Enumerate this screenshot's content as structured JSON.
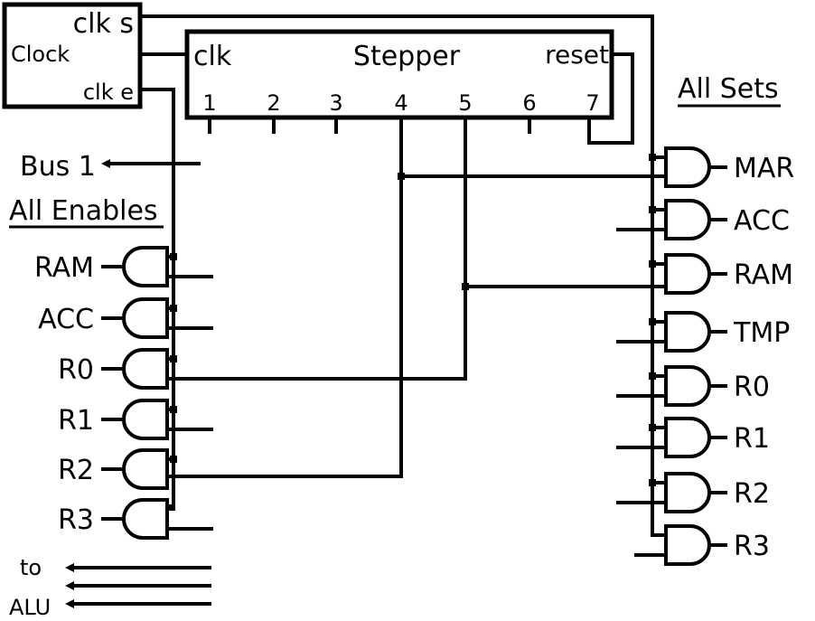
{
  "clock": {
    "title": "Clock",
    "clk_s": "clk s",
    "clk_e": "clk e"
  },
  "stepper": {
    "title": "Stepper",
    "clk": "clk",
    "reset": "reset",
    "steps": [
      "1",
      "2",
      "3",
      "4",
      "5",
      "6",
      "7"
    ]
  },
  "bus": {
    "label": "Bus 1"
  },
  "enables": {
    "heading": "All Enables",
    "items": [
      "RAM",
      "ACC",
      "R0",
      "R1",
      "R2",
      "R3"
    ]
  },
  "sets": {
    "heading": "All Sets",
    "items": [
      "MAR",
      "ACC",
      "RAM",
      "TMP",
      "R0",
      "R1",
      "R2",
      "R3"
    ]
  },
  "alu": {
    "label_line1": "to",
    "label_line2": "ALU"
  },
  "connections": [
    {
      "step": "4",
      "enable": "R2",
      "set": "MAR"
    },
    {
      "step": "5",
      "enable": "R0",
      "set": "RAM"
    }
  ]
}
